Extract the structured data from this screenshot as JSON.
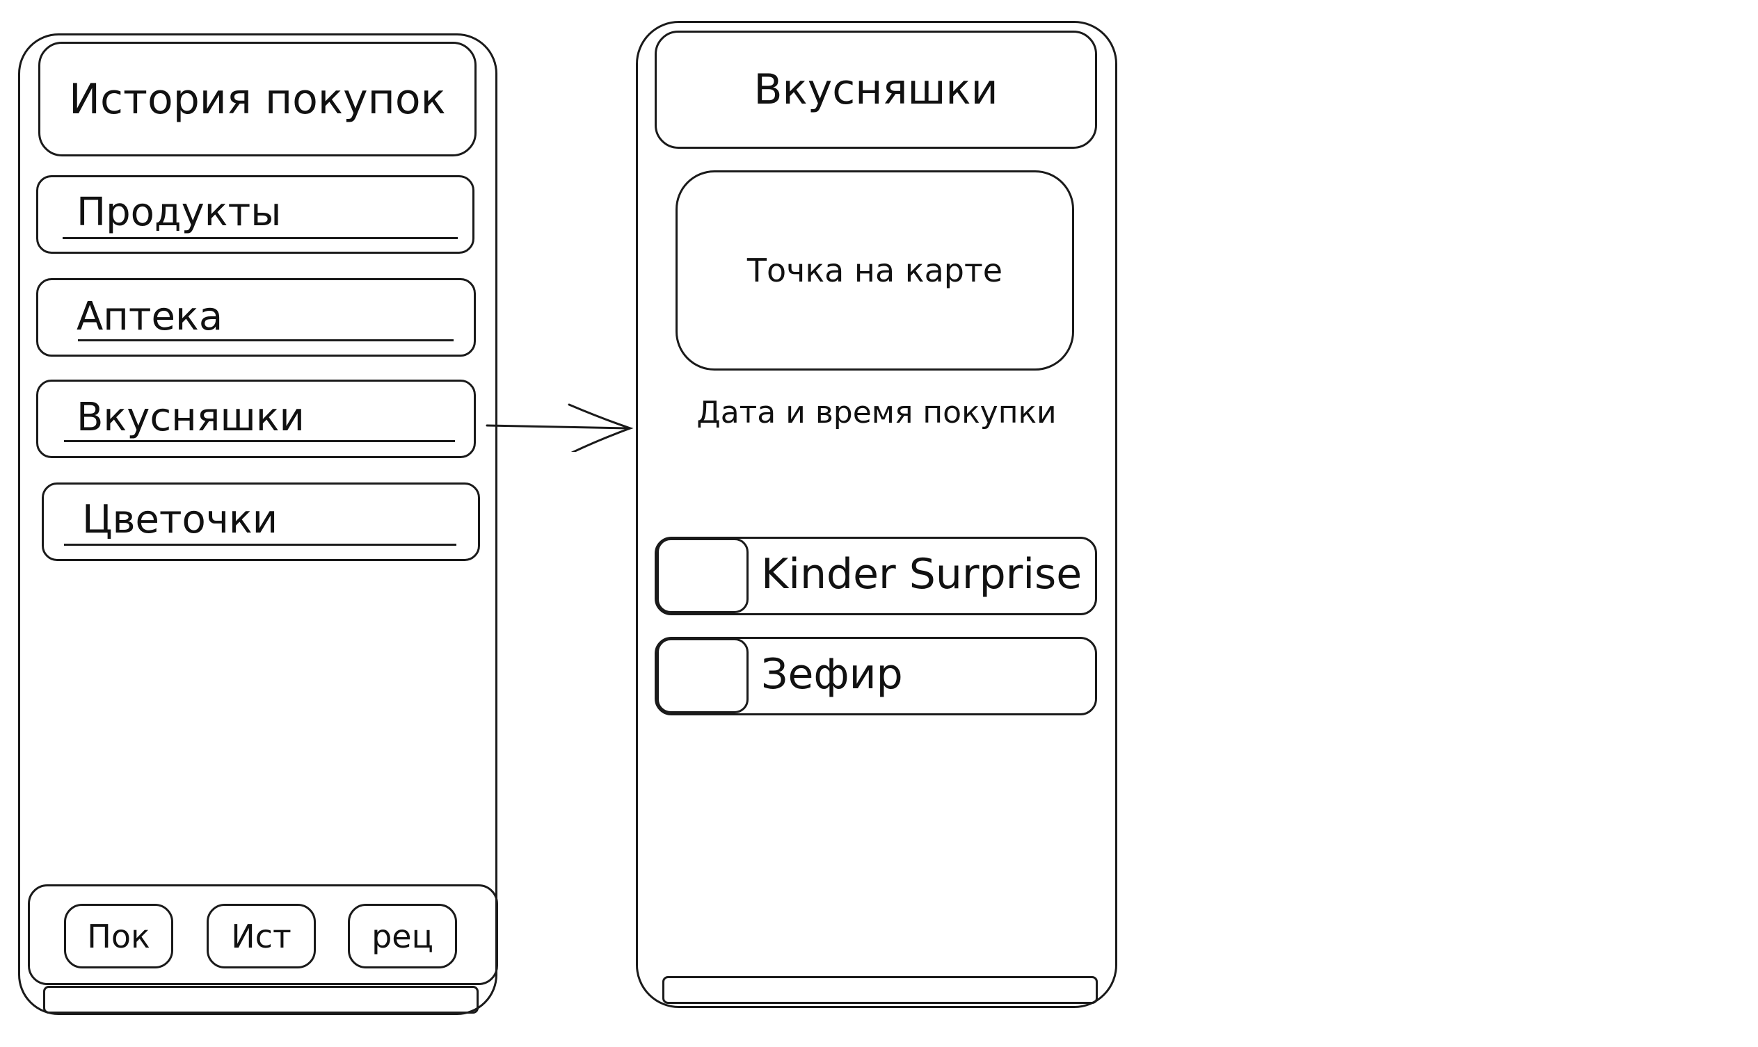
{
  "history_screen": {
    "title": "История покупок",
    "categories": [
      {
        "label": "Продукты"
      },
      {
        "label": "Аптека"
      },
      {
        "label": "Вкусняшки"
      },
      {
        "label": "Цветочки"
      }
    ],
    "tab_bar": [
      {
        "label": "Пок"
      },
      {
        "label": "Ист"
      },
      {
        "label": "рец"
      }
    ]
  },
  "detail_screen": {
    "title": "Вкусняшки",
    "map_placeholder": "Точка на карте",
    "datetime_label": "Дата и время покупки",
    "products": [
      {
        "name": "Kinder Surprise"
      },
      {
        "name": "Зефир"
      }
    ]
  }
}
